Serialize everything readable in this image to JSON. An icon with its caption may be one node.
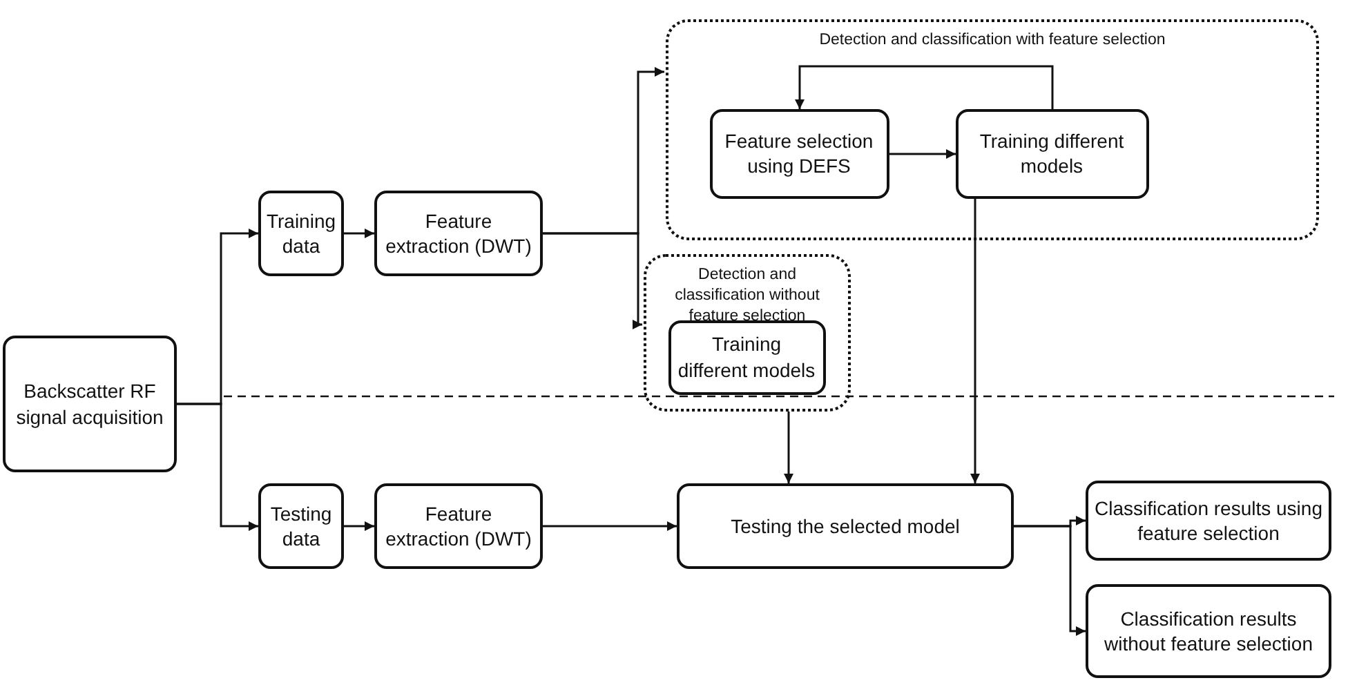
{
  "diagram": {
    "nodes": [
      {
        "text": [
          "Backscatter RF signal acquisition"
        ]
      },
      {
        "text": [
          "Training data"
        ]
      },
      {
        "text": [
          "Feature extraction (DWT)"
        ]
      },
      {
        "text": [
          "Detection and classification with feature selection"
        ]
      },
      {
        "text": [
          "Feature selection using DEFS"
        ],
        "in": 3
      },
      {
        "text": [
          "Training different models"
        ],
        "in": 3
      },
      {
        "text": [
          "Detection and classification without feature selection"
        ]
      },
      {
        "text": [
          "Training different models"
        ],
        "in": 6
      },
      {
        "text": [
          "Testing data"
        ]
      },
      {
        "text": [
          "Feature extraction (DWT)"
        ]
      },
      {
        "text": [
          "Testing the selected model"
        ]
      },
      {
        "text": [
          "Classification results using feature selection"
        ]
      },
      {
        "text": [
          "Classification results without feature selection"
        ]
      }
    ],
    "edges": [
      {
        "from": 0,
        "to": 1,
        "arrow": "to"
      },
      {
        "from": 0,
        "to": 8,
        "arrow": "to"
      },
      {
        "from": 1,
        "to": 2,
        "arrow": "to"
      },
      {
        "from": 2,
        "to": 3,
        "arrow": "to"
      },
      {
        "from": 2,
        "to": 6,
        "arrow": "to"
      },
      {
        "from": 4,
        "to": 5,
        "arrow": "to"
      },
      {
        "from": 5,
        "to": 4,
        "arrow": "to"
      },
      {
        "from": 8,
        "to": 9,
        "arrow": "to"
      },
      {
        "from": 9,
        "to": 10,
        "arrow": "to"
      },
      {
        "from": 6,
        "to": 10,
        "arrow": "to"
      },
      {
        "from": 5,
        "to": 10,
        "arrow": "to"
      },
      {
        "from": 10,
        "to": 11,
        "arrow": "to"
      },
      {
        "from": 10,
        "to": 12,
        "arrow": "to"
      }
    ]
  }
}
